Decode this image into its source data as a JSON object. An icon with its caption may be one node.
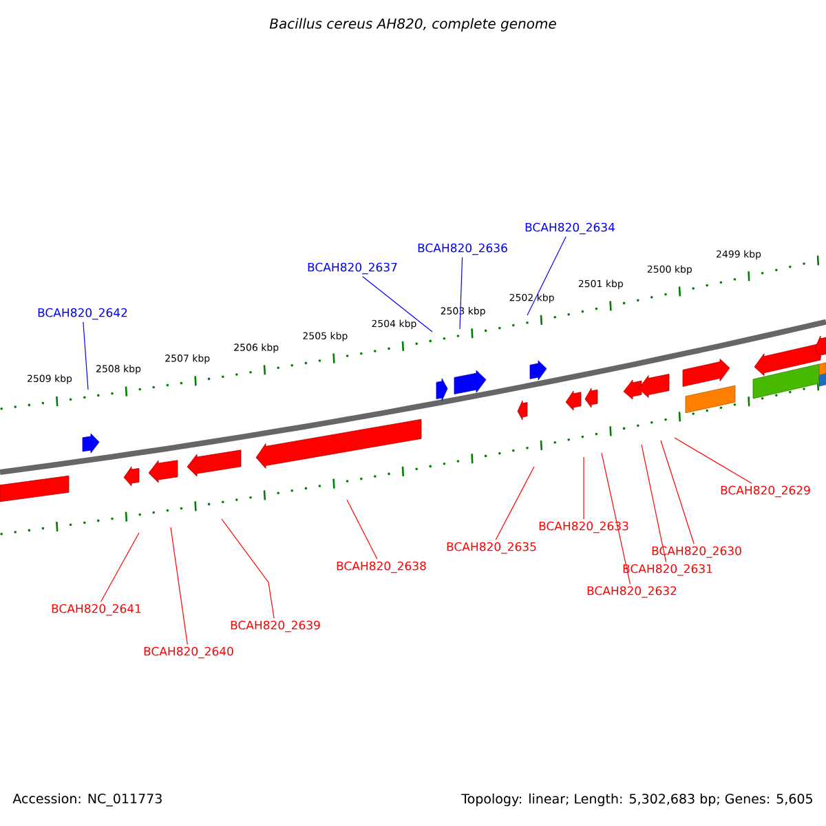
{
  "diagram": {
    "title": "Bacillus cereus AH820, complete genome",
    "nodes": [
      {
        "text": [
          "BCAH820_2642"
        ]
      },
      {
        "text": [
          "BCAH820_2637"
        ]
      },
      {
        "text": [
          "BCAH820_2636"
        ]
      },
      {
        "text": [
          "BCAH820_2634"
        ]
      },
      {
        "text": [
          "BCAH820_2629"
        ]
      },
      {
        "text": [
          "BCAH820_2633"
        ]
      },
      {
        "text": [
          "BCAH820_2635"
        ]
      },
      {
        "text": [
          "BCAH820_2630"
        ]
      },
      {
        "text": [
          "BCAH820_2638"
        ]
      },
      {
        "text": [
          "BCAH820_2631"
        ]
      },
      {
        "text": [
          "BCAH820_2632"
        ]
      },
      {
        "text": [
          "BCAH820_2641"
        ]
      },
      {
        "text": [
          "BCAH820_2639"
        ]
      },
      {
        "text": [
          "BCAH820_2640"
        ]
      }
    ],
    "edges": [
      {
        "from": 0,
        "to": null,
        "arrow": "none",
        "color": "#0000ff"
      },
      {
        "from": 1,
        "to": null,
        "arrow": "none",
        "color": "#0000ff"
      },
      {
        "from": 2,
        "to": null,
        "arrow": "none",
        "color": "#0000ff"
      },
      {
        "from": 3,
        "to": null,
        "arrow": "none",
        "color": "#0000ff"
      },
      {
        "from": 4,
        "to": null,
        "arrow": "none"
      },
      {
        "from": 5,
        "to": null,
        "arrow": "none"
      },
      {
        "from": 6,
        "to": null,
        "arrow": "none"
      },
      {
        "from": 7,
        "to": null,
        "arrow": "none"
      },
      {
        "from": 8,
        "to": null,
        "arrow": "none"
      },
      {
        "from": 9,
        "to": null,
        "arrow": "none"
      },
      {
        "from": 10,
        "to": null,
        "arrow": "none"
      },
      {
        "from": 11,
        "to": null,
        "arrow": "none"
      },
      {
        "from": 12,
        "to": null,
        "arrow": "none"
      },
      {
        "from": 13,
        "to": null,
        "arrow": "none"
      }
    ],
    "labels": [
      "2509 kbp",
      "2508 kbp",
      "2507 kbp",
      "2506 kbp",
      "2505 kbp",
      "2504 kbp",
      "2503 kbp",
      "2502 kbp",
      "2501 kbp",
      "2500 kbp",
      "2499 kbp",
      "Accession: NC_011773",
      "Topology: linear; Length: 5,302,683 bp; Genes: 5,605"
    ]
  }
}
